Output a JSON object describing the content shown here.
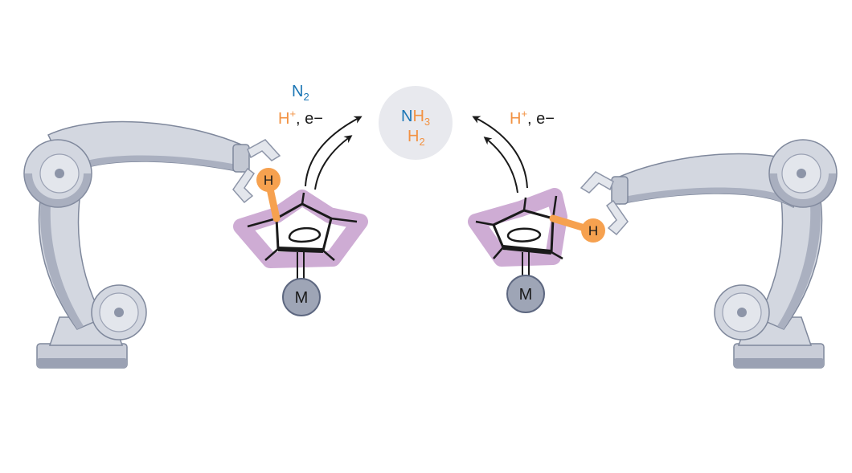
{
  "colors": {
    "arm_fill": "#d3d7e0",
    "arm_shadow": "#9aa1b3",
    "arm_outline": "#7f889c",
    "arm_dark": "#5d6780",
    "cp_highlight": "#c9a3cf",
    "hydrogen": "#f6a14f",
    "metal_fill": "#9ea5b6",
    "product_circle": "#e8e9ee",
    "nitrogen_blue": "#1b76b5",
    "orange_text": "#f29243",
    "black": "#1a1a1a"
  },
  "left": {
    "reagent_n2": "N",
    "reagent_n2_sub": "2",
    "reagent_h": "H",
    "reagent_h_sup": "+",
    "reagent_e": ", e−",
    "hydrogen_label": "H",
    "metal_label": "M"
  },
  "right": {
    "reagent_h": "H",
    "reagent_h_sup": "+",
    "reagent_e": ", e−",
    "hydrogen_label": "H",
    "metal_label": "M"
  },
  "product": {
    "nh3_n": "N",
    "nh3_h": "H",
    "nh3_sub": "3",
    "h2_h": "H",
    "h2_sub": "2"
  },
  "icons": [
    "robot-arm-icon",
    "cyclopentadienyl-ring-icon",
    "curved-arrow-icon"
  ]
}
